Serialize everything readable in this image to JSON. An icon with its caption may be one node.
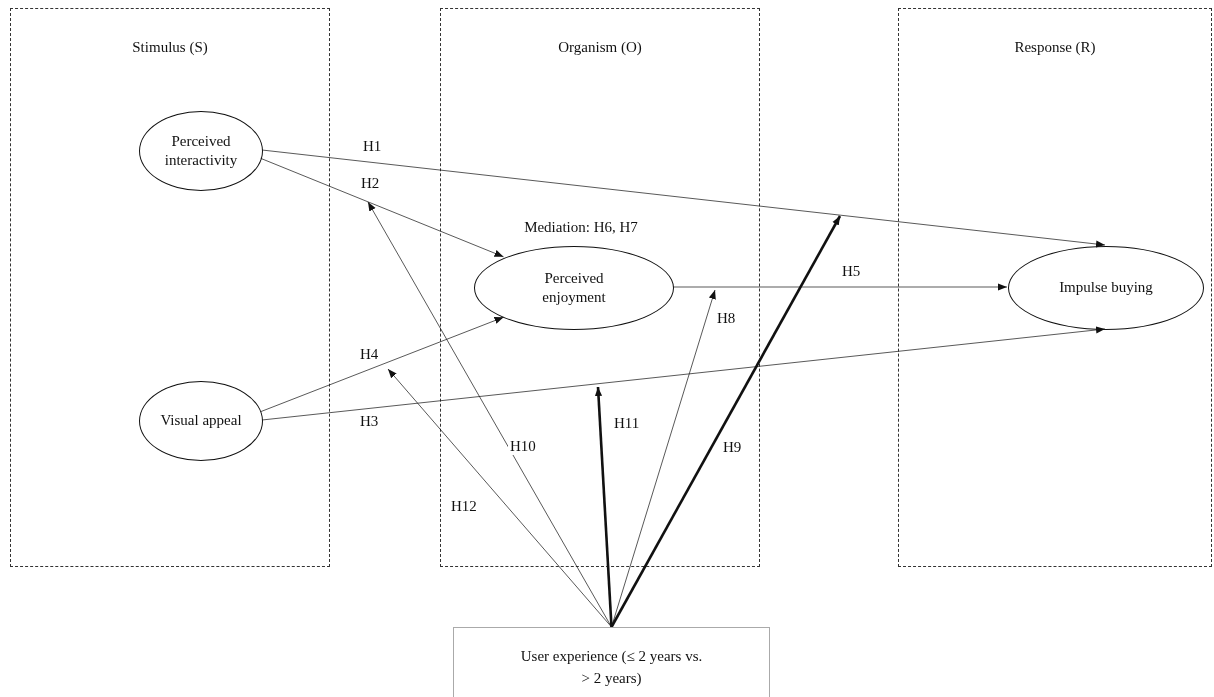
{
  "diagram": {
    "nodes": [
      {
        "text": [
          "Stimulus (S)"
        ]
      },
      {
        "text": [
          "Perceived interactivity"
        ],
        "in": 0
      },
      {
        "text": [
          "Visual appeal"
        ],
        "in": 0
      },
      {
        "text": [
          "Organism (O)"
        ]
      },
      {
        "text": [
          "Perceived enjoyment"
        ],
        "in": 3,
        "beside": [
          "Mediation: H6, H7"
        ]
      },
      {
        "text": [
          "Response (R)"
        ]
      },
      {
        "text": [
          "Impulse buying"
        ],
        "in": 5
      },
      {
        "text": [
          "User experience (≤ 2 years vs. > 2 years)"
        ]
      }
    ],
    "edges": [
      {
        "from": 1,
        "to": 6,
        "arrow": "to",
        "label": "H1"
      },
      {
        "from": 1,
        "to": 4,
        "arrow": "to",
        "label": "H2"
      },
      {
        "from": 2,
        "to": 6,
        "arrow": "to",
        "label": "H3"
      },
      {
        "from": 2,
        "to": 4,
        "arrow": "to",
        "label": "H4"
      },
      {
        "from": 4,
        "to": 6,
        "arrow": "to",
        "label": "H5"
      },
      {
        "from": 7,
        "to": null,
        "arrow": "to",
        "label": "H8"
      },
      {
        "from": 7,
        "to": null,
        "arrow": "to",
        "label": "H9",
        "style": "thick"
      },
      {
        "from": 7,
        "to": null,
        "arrow": "to",
        "label": "H10"
      },
      {
        "from": 7,
        "to": null,
        "arrow": "to",
        "label": "H11",
        "style": "thick"
      },
      {
        "from": 7,
        "to": null,
        "arrow": "to",
        "label": "H12"
      }
    ]
  }
}
